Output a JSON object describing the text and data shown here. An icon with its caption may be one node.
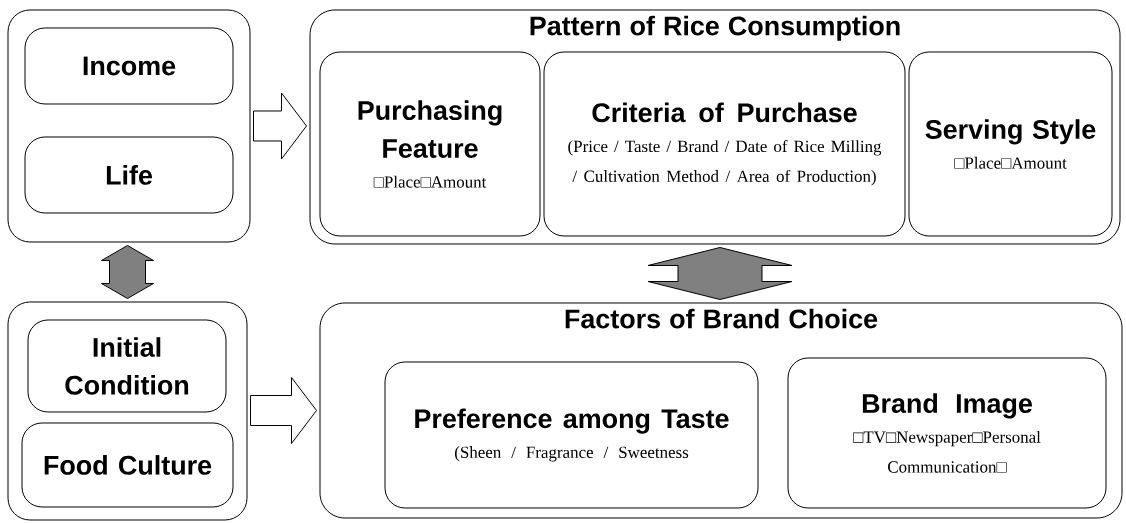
{
  "diagram": {
    "nodes": [
      {
        "text": [],
        "shape": "box"
      },
      {
        "text": [
          "Income"
        ],
        "in": 0
      },
      {
        "text": [
          "Life"
        ],
        "in": 0
      },
      {
        "text": [
          "Pattern of Rice Consumption"
        ]
      },
      {
        "text": [
          "Purchasing Feature",
          "□Place□Amount"
        ],
        "in": 3
      },
      {
        "text": [
          "Criteria of Purchase",
          "(Price / Taste / Brand / Date of Rice Milling / Cultivation Method / Area of Production)"
        ],
        "in": 3
      },
      {
        "text": [
          "Serving Style",
          "□Place□Amount"
        ],
        "in": 3
      },
      {
        "text": [],
        "shape": "box"
      },
      {
        "text": [
          "Initial Condition"
        ],
        "in": 7
      },
      {
        "text": [
          "Food Culture"
        ],
        "in": 7
      },
      {
        "text": [
          "Factors of Brand Choice"
        ]
      },
      {
        "text": [
          "Preference among Taste",
          "(Sheen / Fragrance / Sweetness"
        ],
        "in": 10
      },
      {
        "text": [
          "Brand Image",
          "□TV□Newspaper□Personal Communication□"
        ],
        "in": 10
      }
    ],
    "edges": [
      {
        "from": 0,
        "to": 3,
        "arrow": "to"
      },
      {
        "from": 0,
        "to": 7,
        "arrow": "both",
        "color": "#808080"
      },
      {
        "from": 3,
        "to": 10,
        "arrow": "both",
        "color": "#808080"
      },
      {
        "from": 7,
        "to": 10,
        "arrow": "to"
      }
    ]
  }
}
